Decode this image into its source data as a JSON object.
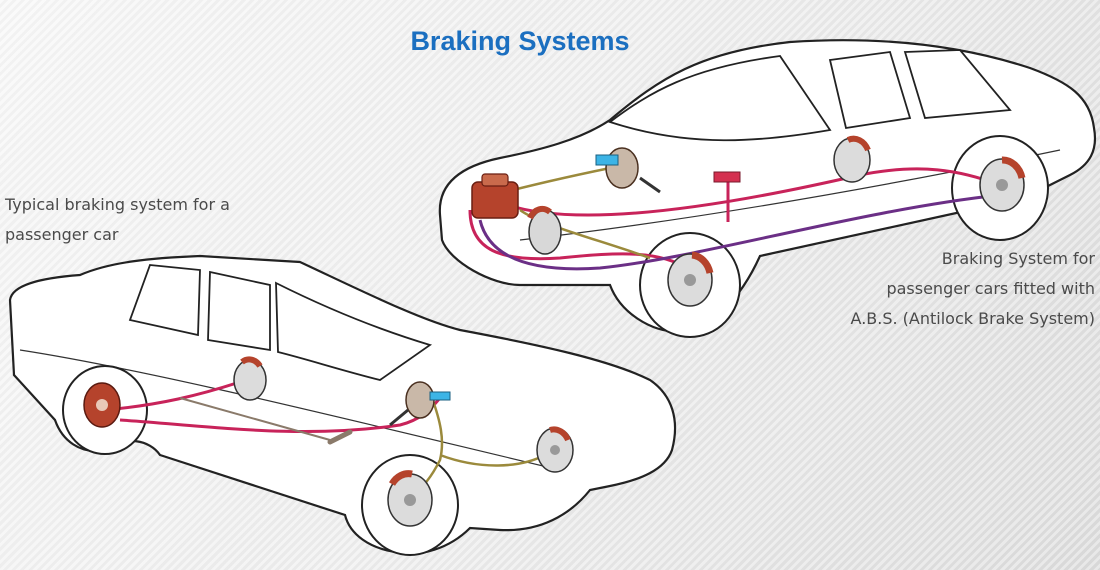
{
  "title": "Braking Systems",
  "left_caption": [
    "Typical braking system for a",
    "passenger car"
  ],
  "right_caption": [
    "Braking System for",
    "passenger cars fitted with",
    "A.B.S. (Antilock Brake System)"
  ],
  "colors": {
    "title": "#1b6fc0",
    "caption": "#4a4a4a",
    "car_outline": "#222222",
    "brake_line_red": "#c8235a",
    "brake_line_purple": "#6b2f86",
    "brake_line_olive": "#9b8a3c",
    "brake_component": "#b5432c",
    "abs_sensor": "#3cb4e6"
  }
}
